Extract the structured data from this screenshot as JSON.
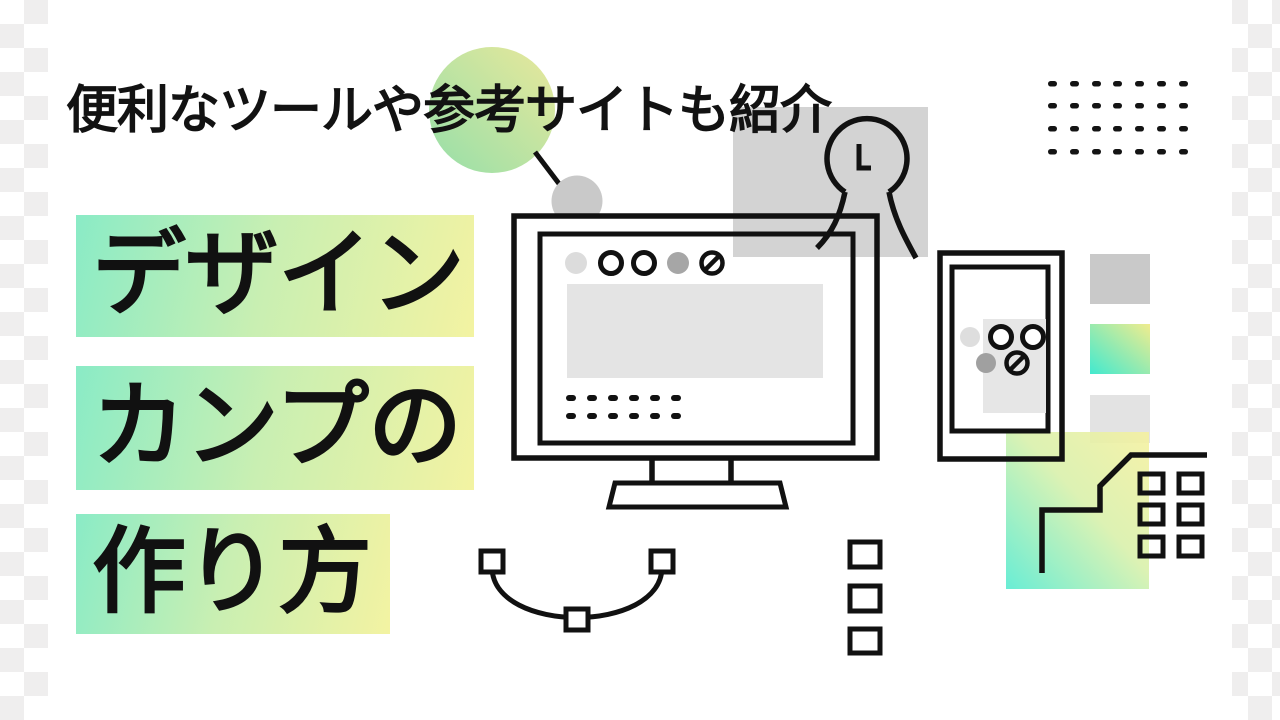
{
  "artwork": {
    "subtitle": "便利なツールや参考サイトも紹介",
    "title_lines": [
      "デザイン",
      "カンプの",
      "作り方"
    ],
    "colors": {
      "ink": "#111111",
      "canvas": "#ffffff",
      "checker_gray": "#efeeee",
      "title_gradient_start": "#8aebc6",
      "title_gradient_mid": "#c9efb2",
      "title_gradient_end": "#f3f3a2",
      "circle_gradient_green": "#96dfa9",
      "circle_gradient_yellow": "#e9e89b",
      "square_gradient_cyan": "#42e9cf",
      "square_gradient_yellow": "#f0ec8e",
      "big_square_cyan": "#58ebd0",
      "big_square_yellow": "#f5f0a0",
      "backdrop_gray": "#d3d3d3",
      "callout_gray": "#c9c9c9",
      "placeholder_gray": "#e4e4e4",
      "dot_gray_light": "#dcdcdc",
      "dot_gray_dark": "#a6a6a6"
    },
    "icons": [
      "gradient-circle",
      "callout-line",
      "callout-dot",
      "monitor-illustration",
      "browser-dot",
      "blocked-circle-icon",
      "person-illustration",
      "dot-grid",
      "phone-illustration",
      "decor-squares",
      "building-outline",
      "building-window",
      "bezier-curve",
      "bezier-anchor",
      "list-squares"
    ]
  }
}
